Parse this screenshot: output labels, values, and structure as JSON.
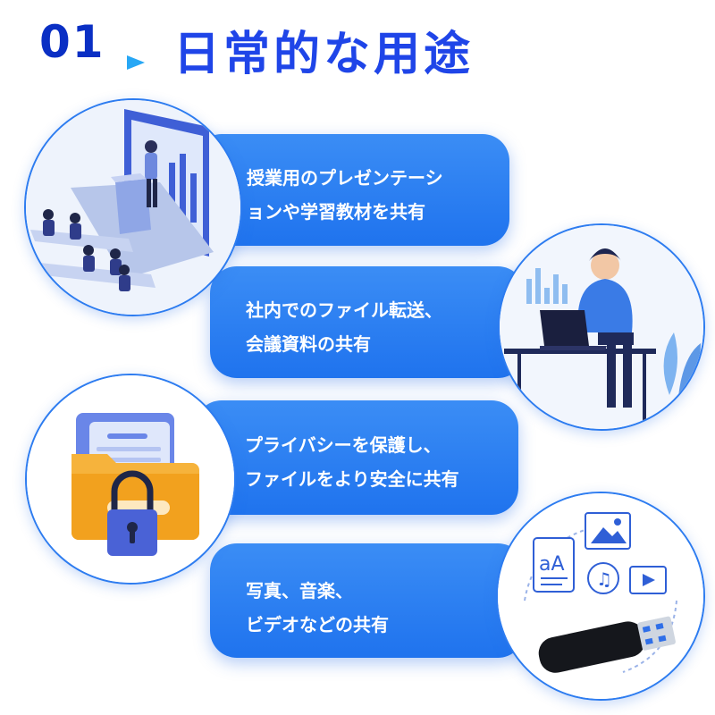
{
  "header": {
    "number": "01",
    "title": "日常的な用途"
  },
  "items": [
    {
      "lines": [
        "授業用のプレゼンテーシ",
        "ョンや学習教材を共有"
      ],
      "icon": "presentation-classroom-illustration"
    },
    {
      "lines": [
        "社内でのファイル転送、",
        "会議資料の共有"
      ],
      "icon": "office-worker-laptop-illustration"
    },
    {
      "lines": [
        "プライバシーを保護し、",
        "ファイルをより安全に共有"
      ],
      "icon": "locked-folder-illustration"
    },
    {
      "lines": [
        "写真、音楽、",
        "ビデオなどの共有"
      ],
      "icon": "usb-media-files-illustration"
    }
  ],
  "media_glyph": "aA",
  "colors": {
    "header_number": "#0a2fc4",
    "header_title": "#1f45e8",
    "pill_blue": "#1f73ee",
    "circle_border": "#2d7cf0"
  }
}
